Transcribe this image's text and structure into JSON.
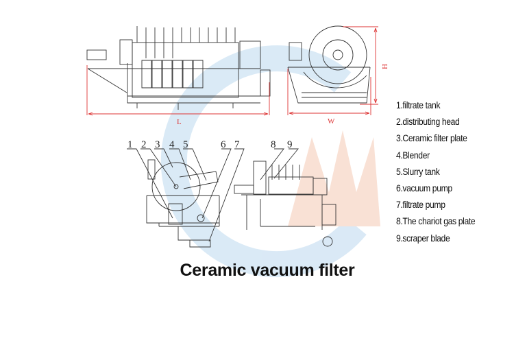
{
  "title": "Ceramic vacuum filter",
  "dimensions": {
    "length": "L",
    "width": "W",
    "height": "H"
  },
  "callout_numbers": [
    "1",
    "2",
    "3",
    "4",
    "5",
    "6",
    "7",
    "8",
    "9"
  ],
  "legend": [
    "1.filtrate tank",
    "2.distributing head",
    "3.Ceramic filter plate",
    "4.Blender",
    "5.Slurry tank",
    "6.vacuum pump",
    "7.filtrate pump",
    "8.The chariot gas plate",
    "9.scraper blade"
  ],
  "colors": {
    "dimension": "#dd3333",
    "line": "#333333",
    "watermark_blue": "#cfe3f3",
    "watermark_red": "#f7d4c4"
  }
}
